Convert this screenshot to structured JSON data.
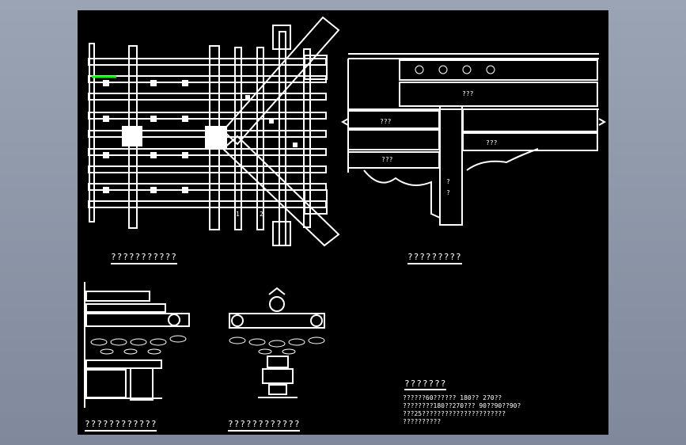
{
  "drawing": {
    "view_titles": {
      "plan": "???????????",
      "section": "?????????",
      "front_elevation": "????????????",
      "side_elevation": "????????????"
    },
    "section_labels": [
      "???",
      "???",
      "???",
      "???",
      "?",
      "?"
    ],
    "plan_markers": [
      "1",
      "2"
    ],
    "notes": {
      "heading": "???????",
      "lines": [
        "??????60??????    180??    270??",
        "????????180??270???    90??90??90?",
        "???25??????????????????????",
        "??????????"
      ]
    },
    "colors": {
      "background": "#000000",
      "linework": "#ffffff",
      "highlight": "#00ff00"
    }
  }
}
